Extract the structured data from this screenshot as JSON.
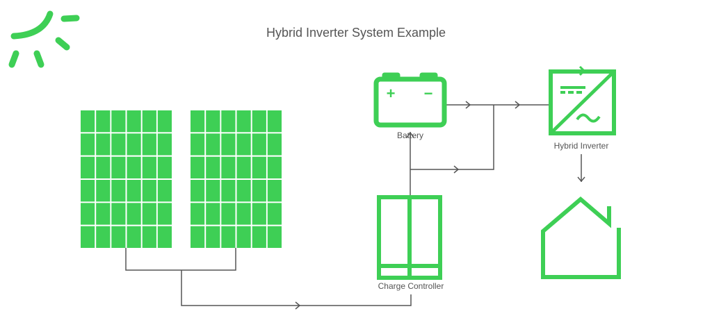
{
  "title": "Hybrid Inverter System Example",
  "colors": {
    "accent": "#3ecf55",
    "line": "#555555",
    "text": "#555555"
  },
  "icons": {
    "logo": "sun-icon",
    "panels": "solar-panel-icon",
    "battery": "battery-icon",
    "controller": "charge-controller-icon",
    "inverter": "inverter-icon",
    "home": "house-icon"
  },
  "battery": {
    "label": "Battery",
    "plus": "+",
    "minus": "−"
  },
  "inverter": {
    "label": "Hybrid Inverter"
  },
  "controller": {
    "label": "Charge Controller"
  }
}
